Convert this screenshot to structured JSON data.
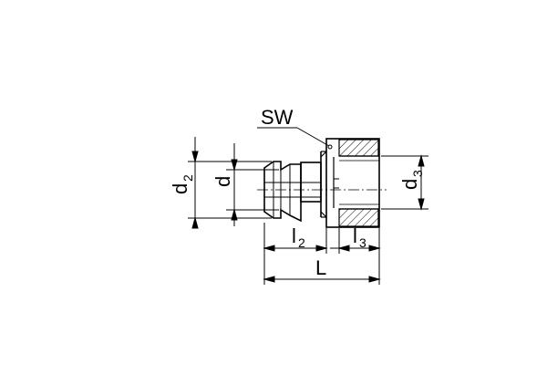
{
  "labels": {
    "sw": "SW",
    "d2_main": "d",
    "d2_sub": "2",
    "d": "d",
    "d3_main": "d",
    "d3_sub": "3",
    "l2_main": "l",
    "l2_sub": "2",
    "l3_main": "l",
    "l3_sub": "3",
    "L": "L"
  }
}
